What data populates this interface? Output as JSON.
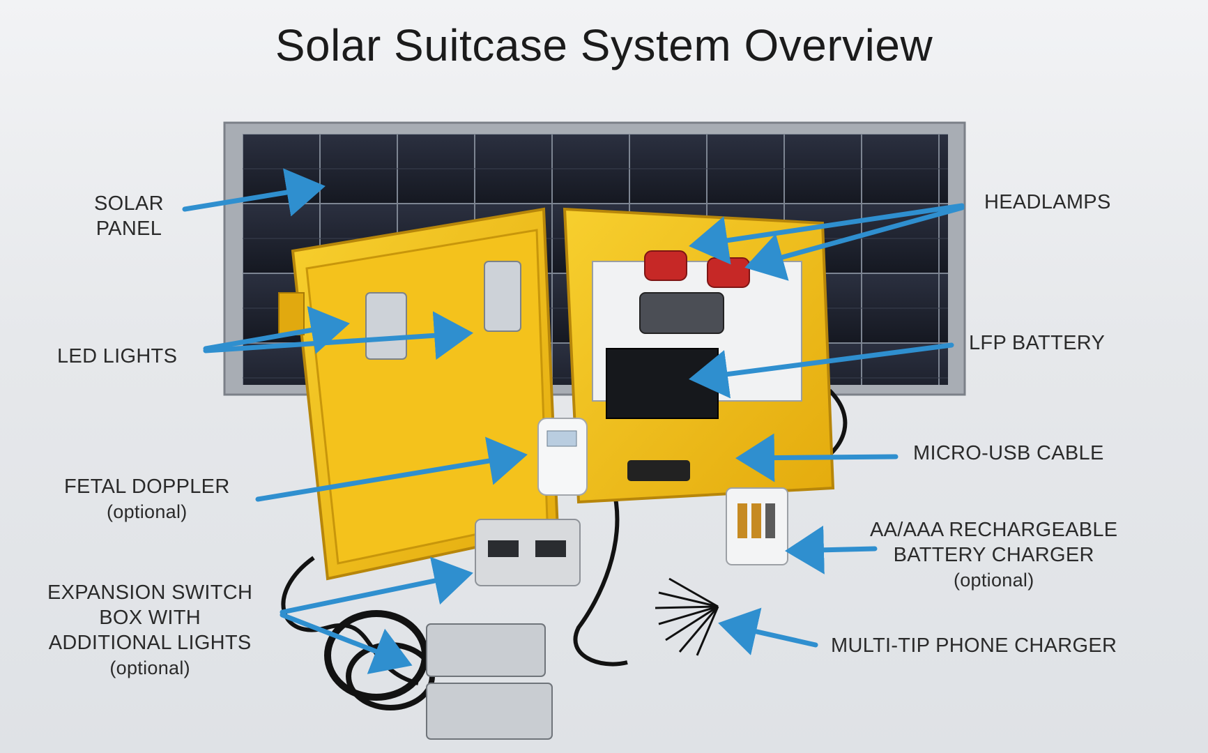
{
  "title": "Solar Suitcase System Overview",
  "labels": {
    "solar_panel": [
      "SOLAR",
      "PANEL"
    ],
    "led_lights": "LED LIGHTS",
    "fetal_doppler": "FETAL DOPPLER",
    "fetal_doppler_note": "(optional)",
    "expansion_switch_box": [
      "EXPANSION SWITCH",
      "BOX WITH",
      "ADDITIONAL LIGHTS"
    ],
    "expansion_switch_box_note": "(optional)",
    "headlamps": "HEADLAMPS",
    "lfp_battery": "LFP BATTERY",
    "micro_usb_cable": "MICRO-USB CABLE",
    "battery_charger": [
      "AA/AAA RECHARGEABLE",
      "BATTERY CHARGER"
    ],
    "battery_charger_note": "(optional)",
    "phone_charger": "MULTI-TIP PHONE CHARGER"
  },
  "colors": {
    "arrow": "#2f8fcf",
    "suitcase": "#f2c31a",
    "panel": "#1b1f2a"
  }
}
